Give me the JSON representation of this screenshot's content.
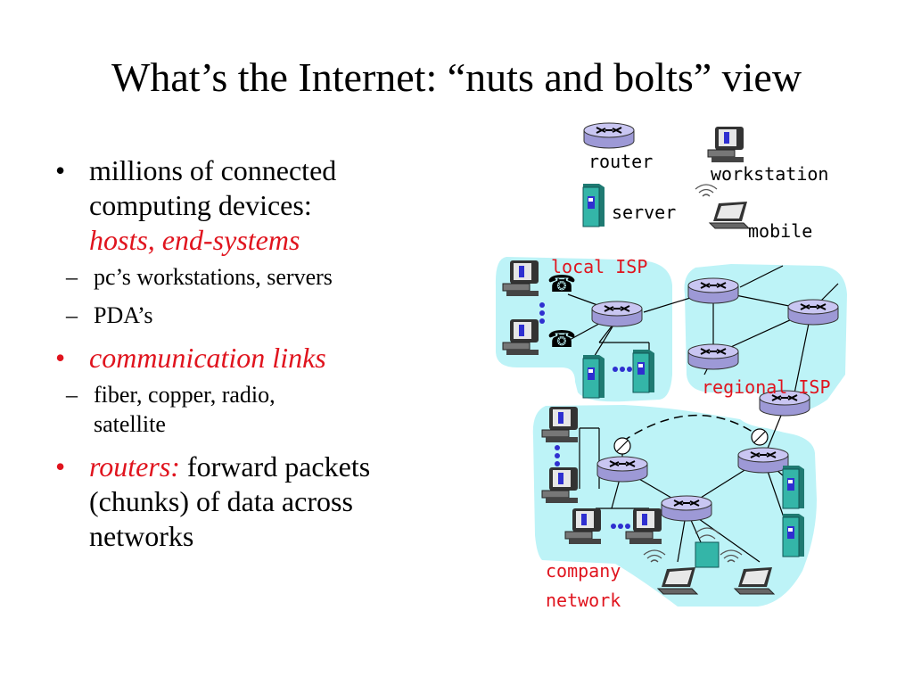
{
  "title": "What’s the Internet: “nuts and bolts” view",
  "bullets": [
    {
      "lines": [
        "millions of connected",
        "computing devices:"
      ],
      "emph": "hosts, end-systems",
      "subs": [
        "pc’s workstations, servers",
        "PDA’s"
      ]
    },
    {
      "emph": "communication links",
      "subs_line1": "fiber, copper, radio,",
      "subs_line2": "satellite"
    },
    {
      "emph": "routers:",
      "rest_line1": "forward packets",
      "lines": [
        "(chunks) of data across",
        "networks"
      ]
    }
  ],
  "legend": {
    "router": "router",
    "workstation": "workstation",
    "server": "server",
    "mobile": "mobile"
  },
  "network_labels": {
    "local_isp": "local ISP",
    "regional_isp": "regional ISP",
    "company_line1": "company",
    "company_line2": "network"
  },
  "colors": {
    "cloud": "#bdf3f7",
    "router_fill": "#c9c6f2",
    "label_red": "#e0141e",
    "dots": "#2f2fd0",
    "server_fill": "#34b5a8"
  },
  "symbols": {
    "bullet": "•",
    "dash": "–",
    "phone": "☎"
  }
}
